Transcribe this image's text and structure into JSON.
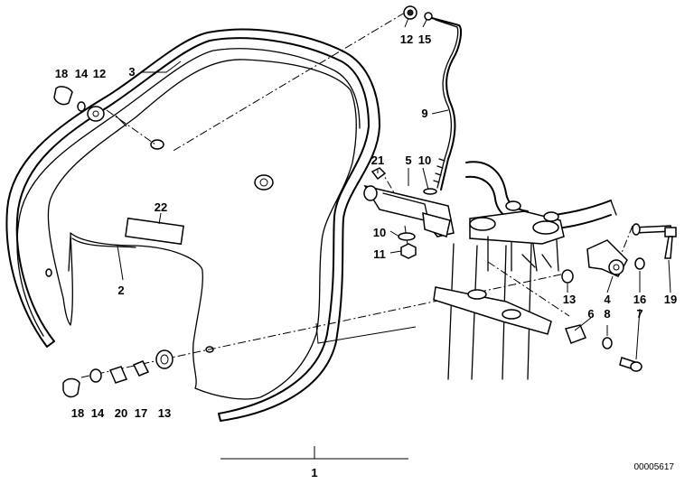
{
  "callouts": {
    "c1": "1",
    "c2": "2",
    "c3": "3",
    "c4": "4",
    "c5": "5",
    "c6": "6",
    "c7": "7",
    "c8": "8",
    "c9": "9",
    "c10a": "10",
    "c10b": "10",
    "c11": "11",
    "c12a": "12",
    "c12b": "12",
    "c13a": "13",
    "c13b": "13",
    "c14a": "14",
    "c14b": "14",
    "c15": "15",
    "c16": "16",
    "c17": "17",
    "c18a": "18",
    "c18b": "18",
    "c19": "19",
    "c20": "20",
    "c21": "21",
    "c22": "22"
  },
  "document_number": "00005617"
}
